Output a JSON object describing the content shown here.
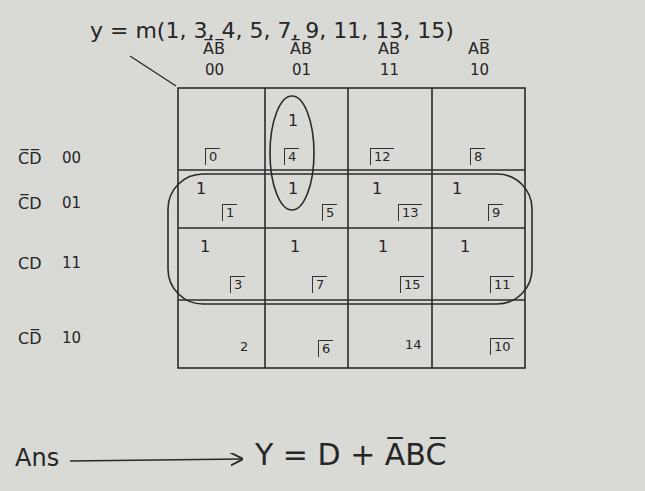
{
  "diagram": {
    "labels": [
      "y = m(1, 3, 4, 5, 7, 9, 11, 13, 15)",
      "A̅B̅",
      "00",
      "A̅B",
      "01",
      "AB",
      "11",
      "AB̅",
      "10",
      "C̅D̅",
      "00",
      "C̅D",
      "01",
      "CD",
      "11",
      "CD̅",
      "10",
      "0",
      "1",
      "4",
      "12",
      "8",
      "1",
      "1",
      "1",
      "5",
      "1",
      "13",
      "1",
      "9",
      "1",
      "3",
      "1",
      "7",
      "1",
      "15",
      "1",
      "11",
      "2",
      "6",
      "14",
      "10",
      "Ans",
      "Y = D + A̅BC̅"
    ]
  }
}
